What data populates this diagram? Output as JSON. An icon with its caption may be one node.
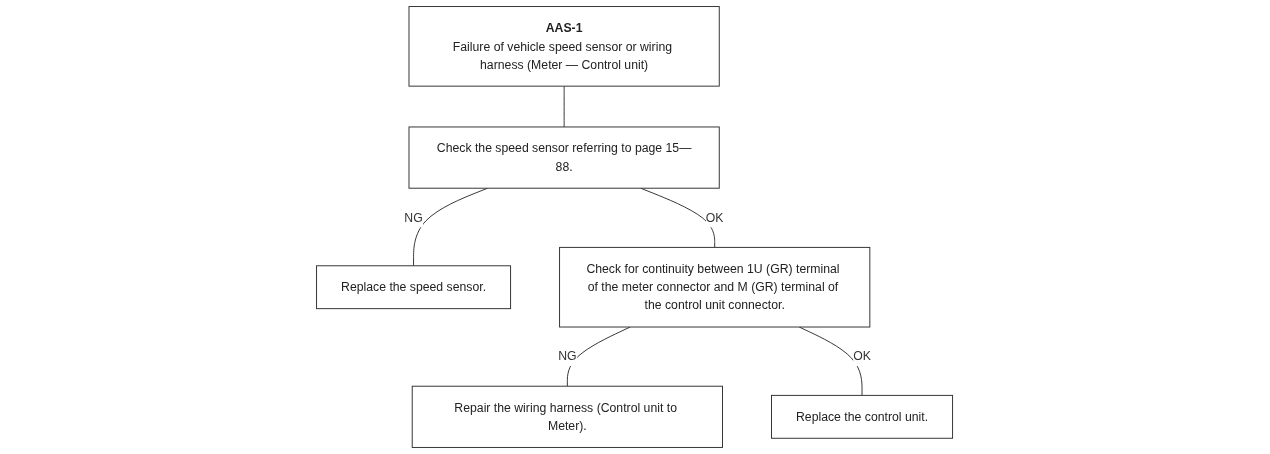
{
  "diagram": {
    "nodes": [
      {
        "text": [
          "AAS-1",
          "Failure of vehicle speed sensor or wiring harness (Meter — Control unit)"
        ]
      },
      {
        "text": [
          "Check the speed sensor referring to page 15—88."
        ]
      },
      {
        "text": [
          "Replace the speed sensor."
        ]
      },
      {
        "text": [
          "Check for continuity between 1U (GR) terminal of the meter connector and M (GR) terminal of the control unit connector."
        ]
      },
      {
        "text": [
          "Repair the wiring harness (Control unit to Meter)."
        ]
      },
      {
        "text": [
          "Replace the control unit."
        ]
      }
    ],
    "edges": [
      {
        "from": 0,
        "to": 1,
        "arrow": "none"
      },
      {
        "from": 1,
        "to": 2,
        "arrow": "none",
        "label": "NG"
      },
      {
        "from": 1,
        "to": 3,
        "arrow": "none",
        "label": "OK"
      },
      {
        "from": 3,
        "to": 4,
        "arrow": "none",
        "label": "NG"
      },
      {
        "from": 3,
        "to": 5,
        "arrow": "none",
        "label": "OK"
      }
    ]
  }
}
